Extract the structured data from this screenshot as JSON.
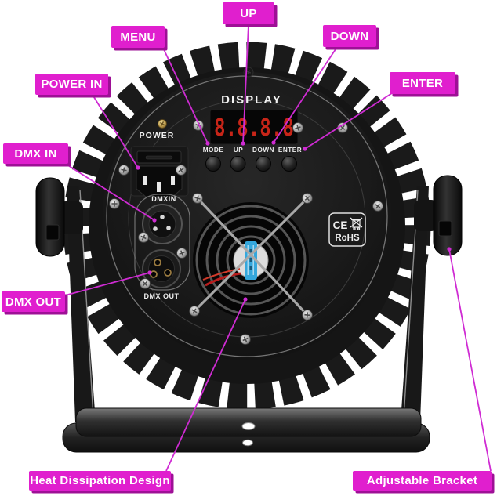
{
  "colors": {
    "accent": "#e01fce",
    "accent_shadow": "#9e1096",
    "callout_line": "#cf2bd3",
    "digit_red": "#d8281a",
    "fan_sticker_blue": "#35a7dc"
  },
  "callouts": {
    "menu": "MENU",
    "up": "UP",
    "down": "DOWN",
    "power_in": "POWER IN",
    "enter": "ENTER",
    "dmx_in": "DMX IN",
    "dmx_out": "DMX OUT",
    "heat": "Heat Dissipation Design",
    "bracket": "Adjustable Bracket"
  },
  "device": {
    "display_title": "DISPLAY",
    "display_value": "8.8.8.8",
    "buttons": [
      "MODE",
      "UP",
      "DOWN",
      "ENTER"
    ],
    "power_label": "POWER",
    "dmx_in_port_label": "DMXIN",
    "dmx_out_port_label": "DMX OUT",
    "certifications": {
      "ce": "CE",
      "rohs": "RoHS"
    }
  }
}
